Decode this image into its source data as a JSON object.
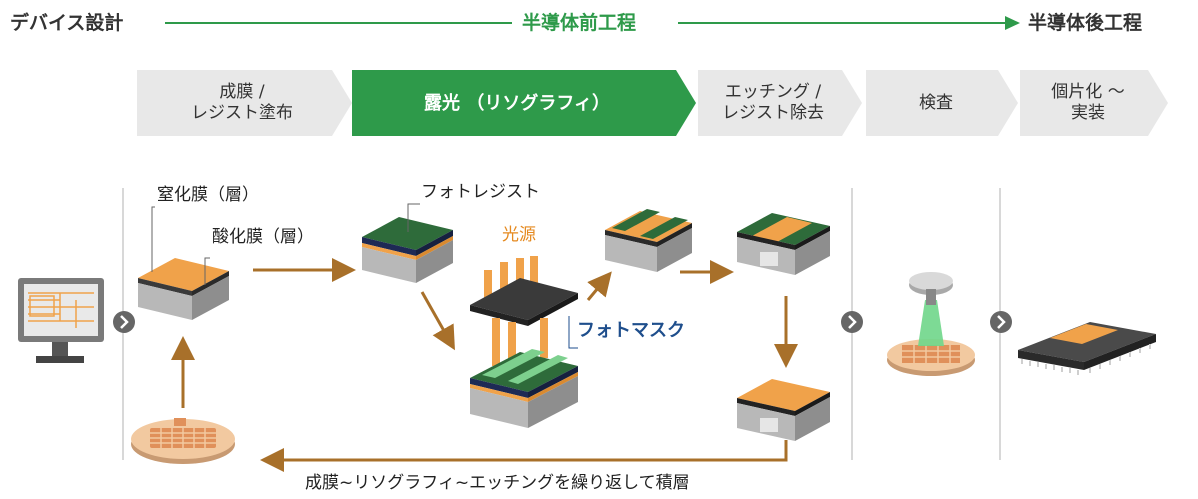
{
  "header": {
    "left": "デバイス設計",
    "center": "半導体前工程",
    "right": "半導体後工程"
  },
  "stages": [
    {
      "line1": "成膜 /",
      "line2": "レジスト塗布"
    },
    {
      "line1": "露光 （リソグラフィ）",
      "line2": ""
    },
    {
      "line1": "エッチング /",
      "line2": "レジスト除去"
    },
    {
      "line1": "検査",
      "line2": ""
    },
    {
      "line1": "個片化 ～",
      "line2": "実装"
    }
  ],
  "labels": {
    "nitride": "窒化膜（層）",
    "oxide": "酸化膜（層）",
    "photoresist": "フォトレジスト",
    "light_source": "光源",
    "photomask": "フォトマスク",
    "loop": "成膜~リソグラフィ~エッチングを繰り返して積層"
  },
  "colors": {
    "accent_green": "#2e9a4a",
    "arrow_brown": "#a8702a",
    "orange": "#f0a24a",
    "dark_green": "#2e6b3a",
    "stage_gray": "#e8e8e8",
    "mask_blue": "#1e4e8c"
  }
}
